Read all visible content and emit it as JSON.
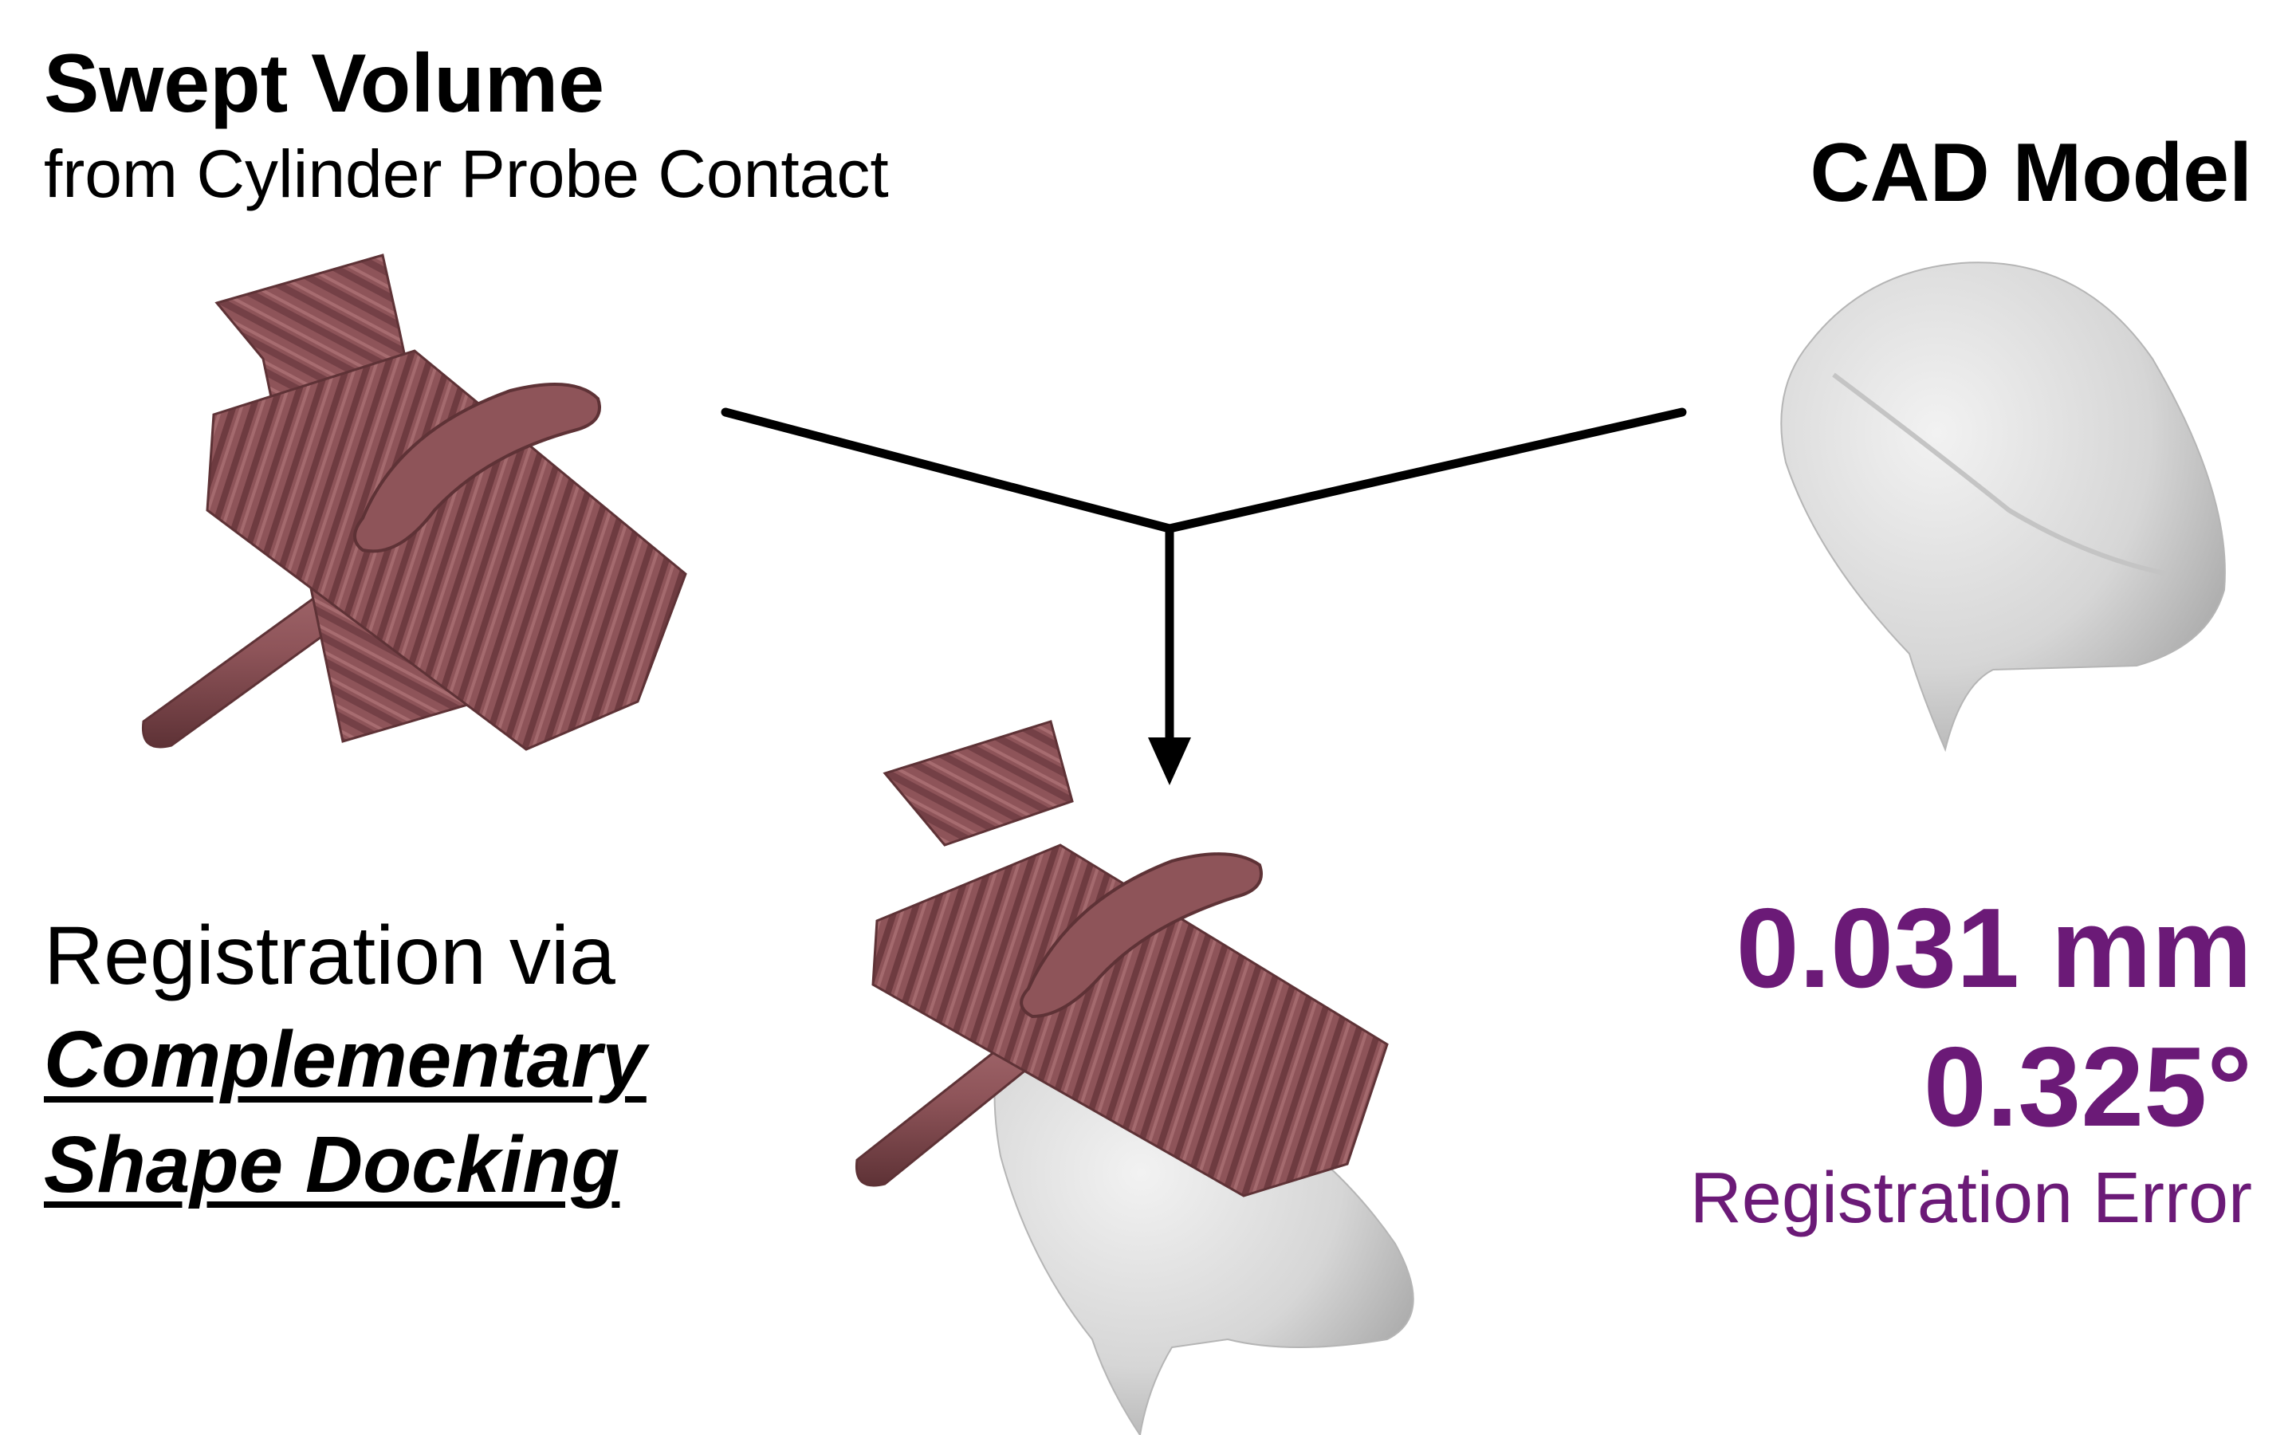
{
  "swept": {
    "title": "Swept Volume",
    "subtitle": "from Cylinder Probe Contact"
  },
  "cad": {
    "title": "CAD Model"
  },
  "registration": {
    "line1": "Registration via",
    "line2": "Complementary",
    "line3": "Shape Docking"
  },
  "error": {
    "translation": "0.031 mm",
    "rotation": "0.325°",
    "label": "Registration Error"
  },
  "colors": {
    "accent": "#6b1a77",
    "swept": "#8e5459",
    "swept_dark": "#5e3236",
    "cad": "#d9d9d9",
    "cad_dark": "#a8a8a8",
    "arrow": "#000000"
  }
}
